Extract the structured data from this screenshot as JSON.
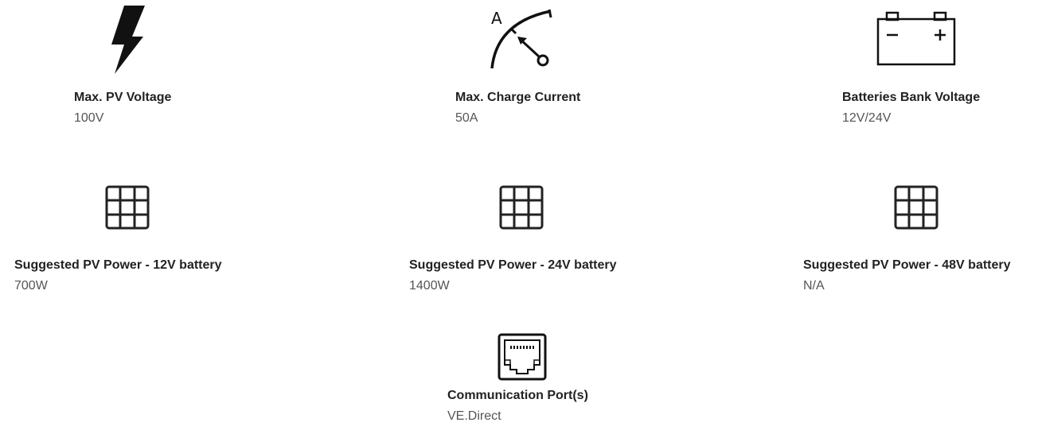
{
  "specs": [
    {
      "title": "Max. PV Voltage",
      "value": "100V",
      "icon": "lightning-icon"
    },
    {
      "title": "Max. Charge Current",
      "value": "50A",
      "icon": "ammeter-icon",
      "icon_letter": "A"
    },
    {
      "title": "Batteries Bank Voltage",
      "value": "12V/24V",
      "icon": "battery-icon"
    },
    {
      "title": "Suggested PV Power - 12V battery",
      "value": "700W",
      "icon": "solar-panel-icon"
    },
    {
      "title": "Suggested PV Power - 24V battery",
      "value": "1400W",
      "icon": "solar-panel-icon"
    },
    {
      "title": "Suggested PV Power - 48V battery",
      "value": "N/A",
      "icon": "solar-panel-icon"
    },
    {
      "title": "Communication Port(s)",
      "value": "VE.Direct",
      "icon": "ethernet-port-icon"
    }
  ]
}
